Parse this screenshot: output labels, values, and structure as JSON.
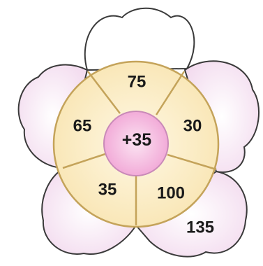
{
  "flower": {
    "center_label": "+35",
    "ring_values": [
      "75",
      "30",
      "100",
      "35",
      "65"
    ],
    "petal_answer": "135",
    "colors": {
      "petal_fill_top": "#ffffff",
      "petal_fill_side": "#f7e6f4",
      "petal_stroke": "#3a3a3a",
      "ring_fill": "#fbefc8",
      "ring_fill_inner": "#fff8e4",
      "ring_stroke": "#c4a35a",
      "center_fill": "#f4b9e0",
      "center_fill_inner": "#fbe3f2",
      "center_stroke": "#c98ab8"
    }
  }
}
